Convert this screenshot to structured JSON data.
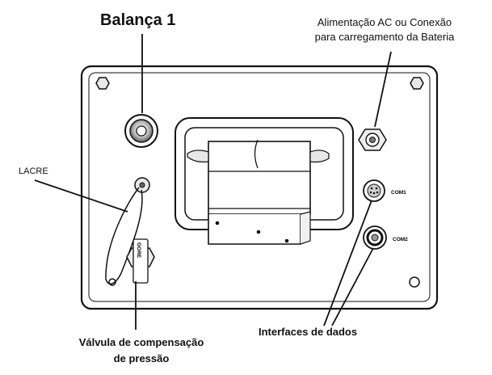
{
  "labels": {
    "balanca": "Balança 1",
    "ac_line1": "Alimentação AC ou Conexão",
    "ac_line2": "para carregamento da Bateria",
    "lacre": "LACRE",
    "valvula_line1": "Válvula de compensação",
    "valvula_line2": "de pressão",
    "interfaces": "Interfaces de dados"
  },
  "ports": {
    "com1": "COM1",
    "com2": "COM2",
    "valve_text": "GORE"
  },
  "colors": {
    "stroke": "#111111",
    "panel_fill": "#ffffff",
    "shade": "#d9d9d9"
  }
}
